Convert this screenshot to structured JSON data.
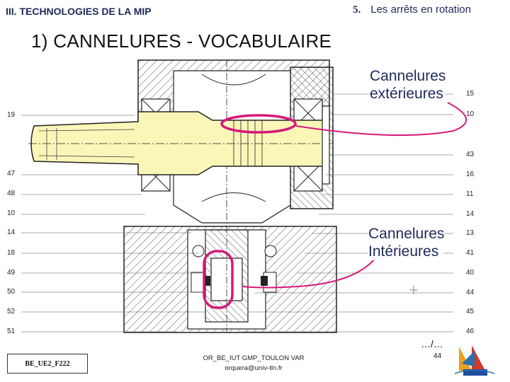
{
  "header": {
    "section": "III. TECHNOLOGIES DE LA MIP",
    "subsection_number": "5.",
    "subsection_title": "Les arrêts en rotation"
  },
  "title": "1)   CANNELURES - VOCABULAIRE",
  "callouts": {
    "external_line1": "Cannelures",
    "external_line2": "extérieures",
    "internal_line1": "Cannelures",
    "internal_line2": "Intérieures"
  },
  "left_labels": [
    "19",
    "47",
    "48",
    "10",
    "14",
    "18",
    "49",
    "50",
    "52",
    "51"
  ],
  "right_labels": [
    "15",
    "10",
    "43",
    "16",
    "11",
    "14",
    "13",
    "41",
    "40",
    "44",
    "45",
    "46"
  ],
  "footer": {
    "reference": "BE_UE2_F222",
    "line1": "OR_BE_IUT GMP_TOULON VAR",
    "line2": "orquera@univ-tln.fr",
    "continuation": "…/…",
    "page": "44"
  },
  "colors": {
    "header_text": "#1e2a5a",
    "shaft_fill": "#faf6b8",
    "highlight": "#d6197a"
  }
}
